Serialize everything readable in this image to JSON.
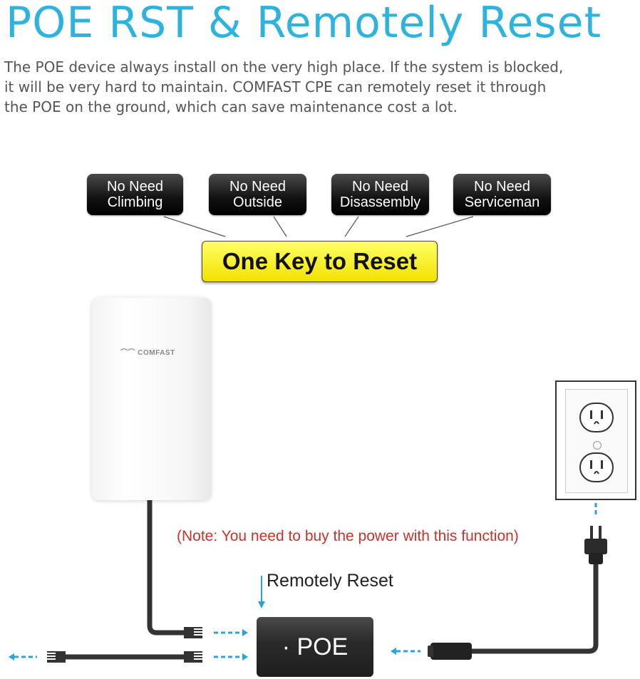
{
  "title": "POE RST & Remotely Reset",
  "description": {
    "line1": "The POE device always install on the very high place. If the system is blocked,",
    "line2": "it will be very hard to maintain. COMFAST CPE can remotely reset it through",
    "line3": "the POE on the ground, which can save maintenance cost a lot."
  },
  "tags": [
    {
      "line1": "No Need",
      "line2": "Climbing"
    },
    {
      "line1": "No Need",
      "line2": "Outside"
    },
    {
      "line1": "No Need",
      "line2": "Disassembly"
    },
    {
      "line1": "No Need",
      "line2": "Serviceman"
    }
  ],
  "key_label": "One Key to Reset",
  "device_brand": "COMFAST",
  "note": "(Note: You need to buy the power with this function)",
  "remote_label": "Remotely Reset",
  "poe_label": "· POE",
  "colors": {
    "title": "#2eb3df",
    "arrow": "#2aa3d8",
    "note": "#c8332b",
    "key_background": "#f5e800"
  }
}
